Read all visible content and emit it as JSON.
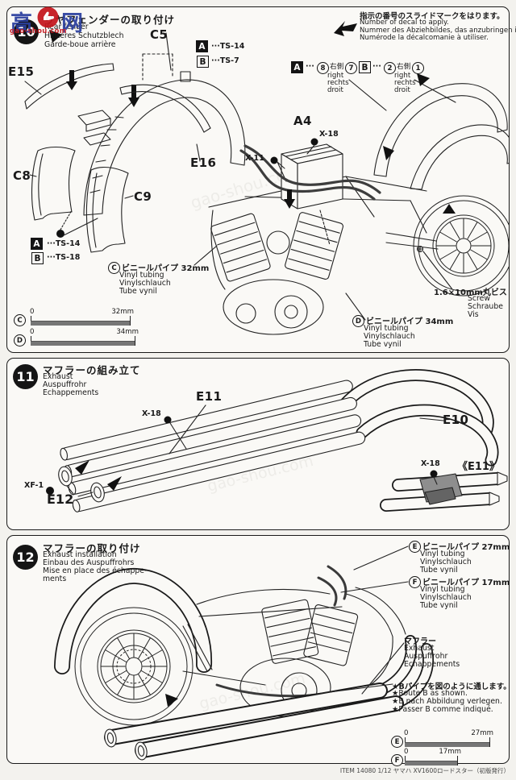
{
  "watermark": {
    "char_left": "高",
    "char_right": "网",
    "url": "gao-shou.com"
  },
  "step10": {
    "number": "10",
    "title_ja": "リヤフェンダーの取り付け",
    "title_en": "Rear fender",
    "title_de": "Hinteres Schutzblech",
    "title_fr": "Garde-boue arrière",
    "decal_note": {
      "ja": "指示の番号のスライドマークをはります。",
      "en": "Number of decal to apply.",
      "de": "Nummer des Abziehbildes, das anzubringen ist.",
      "fr": "Numérode la décalcomanie à utiliser."
    },
    "parts": {
      "c5": "C5",
      "e15": "E15",
      "e16": "E16",
      "c8": "C8",
      "c9": "C9",
      "a4": "A4"
    },
    "paint_top": {
      "a": "A",
      "a_code": "···TS-14",
      "b": "B",
      "b_code": "···TS-7"
    },
    "paint_bottom": {
      "a": "A",
      "a_code": "···TS-14",
      "b": "B",
      "b_code": "···TS-18"
    },
    "decals_a": {
      "label": "A",
      "dots": "···",
      "n1": "8",
      "side": "右側",
      "en": "right",
      "de": "rechts",
      "fr": "droit",
      "n2": "7"
    },
    "decals_b": {
      "label": "B",
      "dots": "···",
      "n1": "2",
      "side": "右側",
      "en": "right",
      "de": "rechts",
      "fr": "droit",
      "n2": "1"
    },
    "marks": {
      "x18": "X-18",
      "x11": "X-11"
    },
    "tubing_c": {
      "letter": "C",
      "ja": "ビニールパイプ 32mm",
      "en": "Vinyl tubing",
      "de": "Vinylschlauch",
      "fr": "Tube vynil"
    },
    "tubing_d": {
      "letter": "D",
      "ja": "ビニールパイプ 34mm",
      "en": "Vinyl tubing",
      "de": "Vinylschlauch",
      "fr": "Tube vynil"
    },
    "screw": {
      "ja": "1.6×10mm丸ビス",
      "en": "Screw",
      "de": "Schraube",
      "fr": "Vis"
    },
    "ruler_c": {
      "letter": "C",
      "zero": "0",
      "length": "32mm"
    },
    "ruler_d": {
      "letter": "D",
      "zero": "0",
      "length": "34mm"
    }
  },
  "step11": {
    "number": "11",
    "title_ja": "マフラーの組み立て",
    "title_en": "Exhaust",
    "title_de": "Auspuffrohr",
    "title_fr": "Echappements",
    "parts": {
      "e11": "E11",
      "e10": "E10",
      "e12": "E12"
    },
    "marks": {
      "x18": "X-18",
      "xf1": "XF-1",
      "x18_inset": "X-18"
    },
    "inset_label": "《E11》"
  },
  "step12": {
    "number": "12",
    "title_ja": "マフラーの取り付け",
    "title_en": "Exhaust installation",
    "title_de": "Einbau des Auspuffrohrs",
    "title_fr1": "Mise en place des échappe-",
    "title_fr2": "ments",
    "tubing_e": {
      "letter": "E",
      "ja": "ビニールパイプ 27mm",
      "en": "Vinyl tubing",
      "de": "Vinylschlauch",
      "fr": "Tube vynil"
    },
    "tubing_f": {
      "letter": "F",
      "ja": "ビニールパイプ 17mm",
      "en": "Vinyl tubing",
      "de": "Vinylschlauch",
      "fr": "Tube vynil"
    },
    "muffler": {
      "ja": "マフラー",
      "en": "Exhaust",
      "de": "Auspuffrohr",
      "fr": "Echappements"
    },
    "notes": {
      "ja": "★Bパイプを図のように通します。",
      "en": "★Route B as shown.",
      "de": "★B nach Abbildung verlegen.",
      "fr": "★Passer B comme indiqué."
    },
    "ruler_e": {
      "letter": "E",
      "zero": "0",
      "length": "27mm"
    },
    "ruler_f": {
      "letter": "F",
      "zero": "0",
      "length": "17mm"
    }
  },
  "page": {
    "footer": "ITEM 14080 1/12 ヤマハ XV1600ロードスター（初版発行）"
  }
}
